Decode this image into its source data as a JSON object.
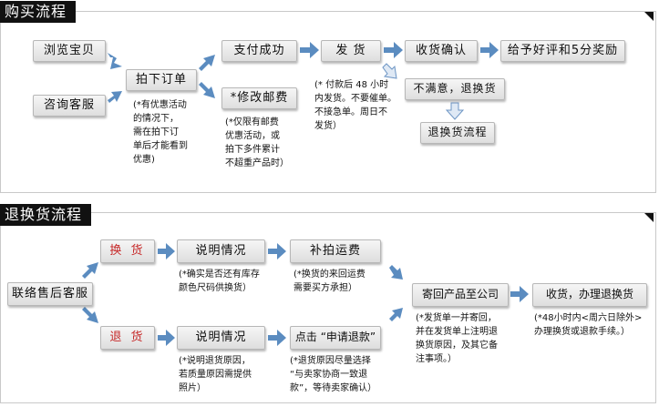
{
  "purchase": {
    "title": "购买流程",
    "steps": {
      "browse": "浏览宝贝",
      "consult": "咨询客服",
      "order": "拍下订单",
      "pay": "支付成功",
      "modify_postage": "*修改邮费",
      "ship": "发 货",
      "confirm": "收货确认",
      "review": "给予好评和5分奖励",
      "unsatisfied": "不满意，退换货",
      "return_flow": "退换货流程"
    },
    "notes": {
      "order_note": "(*有优惠活动\n的情况下，\n需在拍下订\n单后才能看到\n优惠)",
      "postage_note": "(*仅限有邮费\n优惠活动，或\n拍下多件累计\n不超重产品时）",
      "ship_note": "(* 付款后 48 小时\n内发货。不要催单。\n不接急单。周日不\n发货）"
    }
  },
  "returns": {
    "title": "退换货流程",
    "steps": {
      "contact": "联络售后客服",
      "exchange": "换 货",
      "refund": "退 货",
      "explain_exchange": "说明情况",
      "explain_refund": "说明情况",
      "pay_shipping": "补拍运费",
      "apply_refund": "点击 “申请退款”",
      "send_back": "寄回产品至公司",
      "finish": "收货，办理退换货"
    },
    "notes": {
      "exchange_note": "(*确实是否还有库存\n颜色尺码供换货）",
      "shipping_note": "(*换货的来回运费\n需要买方承担）",
      "refund_reason_note": "(*说明退货原因，\n若质量原因需提供\n照片）",
      "apply_note": "(*退货原因尽量选择\n“与卖家协商一致退\n款”，等待卖家确认）",
      "send_back_note": "(*发货单一并寄回，\n并在发货单上注明退\n换货原因，及其它备\n注事项。）",
      "finish_note": "(*48小时内<周六日除外>\n办理换货或退款手续。）"
    }
  },
  "colors": {
    "arrow": "#5b8cc0",
    "title_bg": "#111111",
    "accent_text": "#c62828"
  }
}
